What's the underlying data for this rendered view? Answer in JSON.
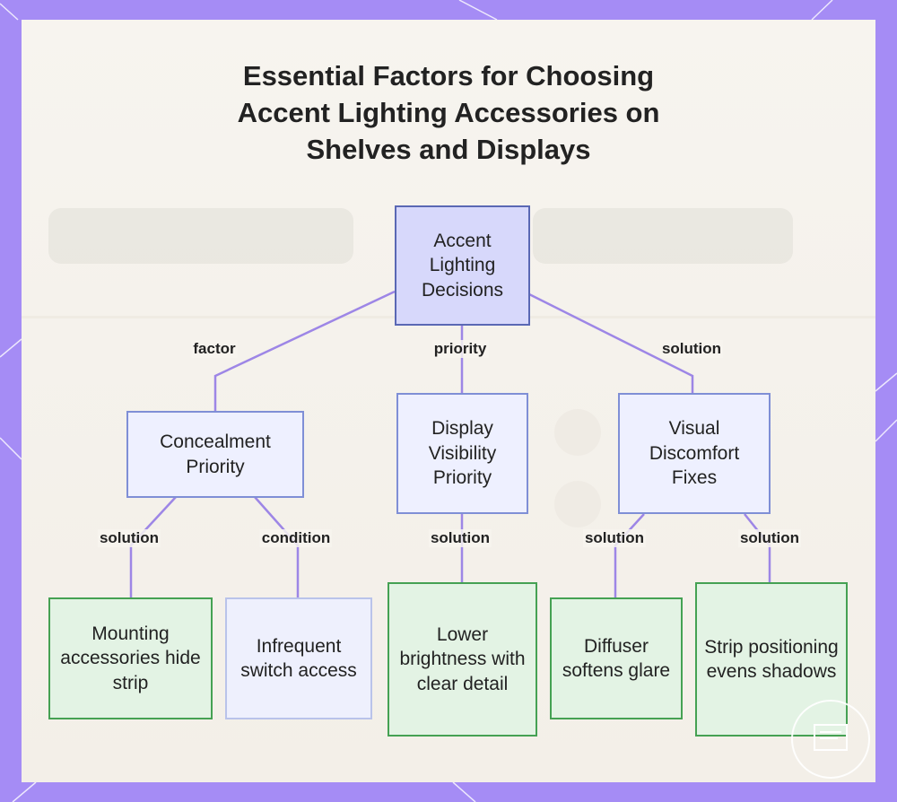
{
  "title": {
    "line1": "Essential Factors for Choosing",
    "line2": "Accent Lighting Accessories on",
    "line3": "Shelves and Displays"
  },
  "colors": {
    "frame": "#a58cf5",
    "panel": "#f7f4ef",
    "edge": "#9d86e6",
    "root_fill": "#d7d8fb",
    "root_border": "#5a68b4",
    "mid_fill": "#eef0ff",
    "mid_border": "#7f8fd6",
    "leaf_fill": "#e3f3e4",
    "leaf_border": "#45a153"
  },
  "nodes": {
    "root": "Accent Lighting Decisions",
    "concealment": "Concealment Priority",
    "visibility": "Display Visibility Priority",
    "discomfort": "Visual Discomfort Fixes",
    "mounting": "Mounting accessories hide strip",
    "switch": "Infrequent switch access",
    "brightness": "Lower brightness with clear detail",
    "diffuser": "Diffuser softens glare",
    "strip": "Strip positioning evens shadows"
  },
  "edges": {
    "factor": "factor",
    "priority": "priority",
    "solution_right": "solution",
    "solution_mount": "solution",
    "condition_switch": "condition",
    "solution_brightness": "solution",
    "solution_diffuser": "solution",
    "solution_strip": "solution"
  },
  "icons": {
    "corner_badge": "logo-badge-icon"
  }
}
